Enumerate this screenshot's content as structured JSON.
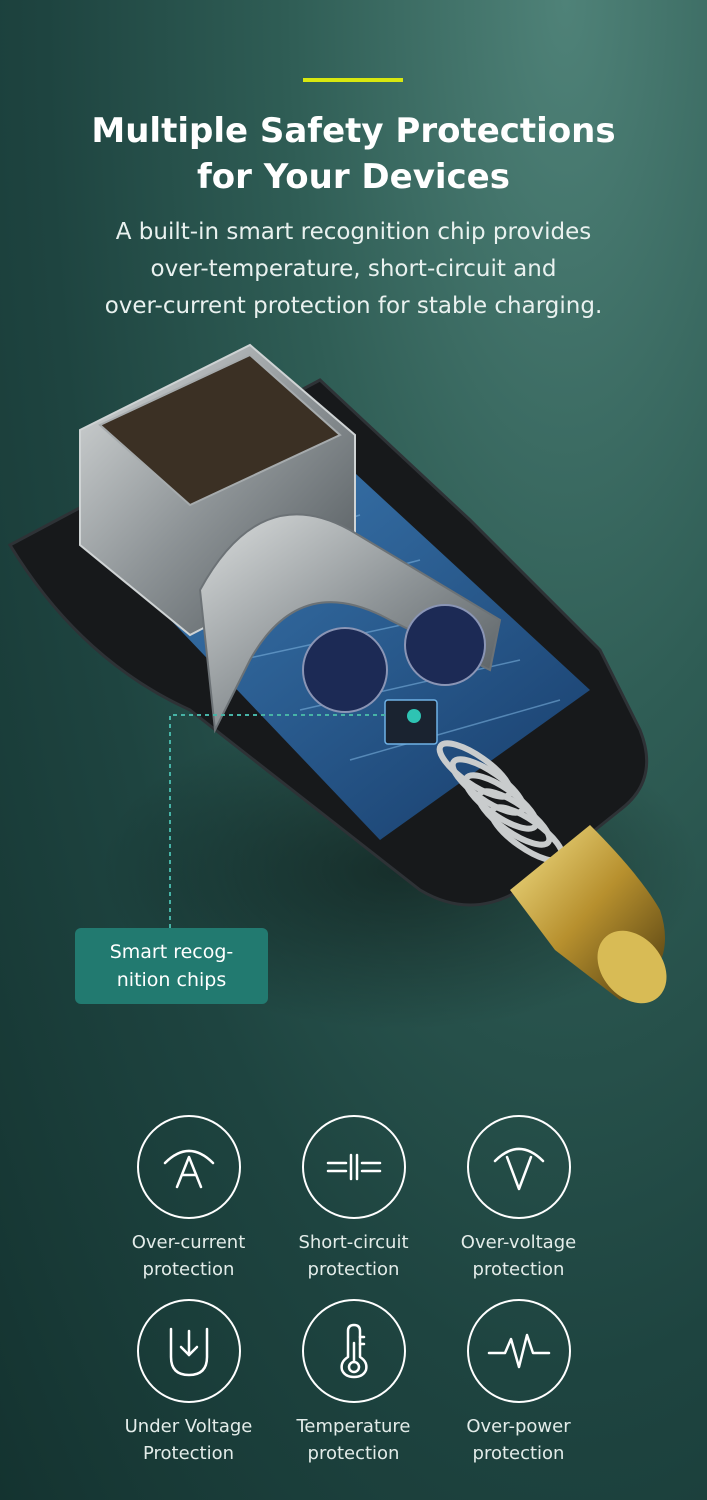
{
  "header": {
    "title_line1": "Multiple Safety Protections",
    "title_line2": "for Your Devices",
    "subtitle_line1": "A built-in smart recognition chip provides",
    "subtitle_line2": "over-temperature, short-circuit and",
    "subtitle_line3": "over-current protection for stable charging."
  },
  "callout": {
    "line1": "Smart recog-",
    "line2": "nition chips"
  },
  "features": [
    {
      "icon": "over-current-icon",
      "line1": "Over-current",
      "line2": "protection"
    },
    {
      "icon": "short-circuit-icon",
      "line1": "Short-circuit",
      "line2": "protection"
    },
    {
      "icon": "over-voltage-icon",
      "line1": "Over-voltage",
      "line2": "protection"
    },
    {
      "icon": "under-voltage-icon",
      "line1": "Under Voltage",
      "line2": "Protection"
    },
    {
      "icon": "thermometer-icon",
      "line1": "Temperature",
      "line2": "protection"
    },
    {
      "icon": "heartbeat-icon",
      "line1": "Over-power",
      "line2": "protection"
    }
  ],
  "colors": {
    "accent": "#d8e80f",
    "callout_bg": "#227a70",
    "background": "#1e4440"
  }
}
